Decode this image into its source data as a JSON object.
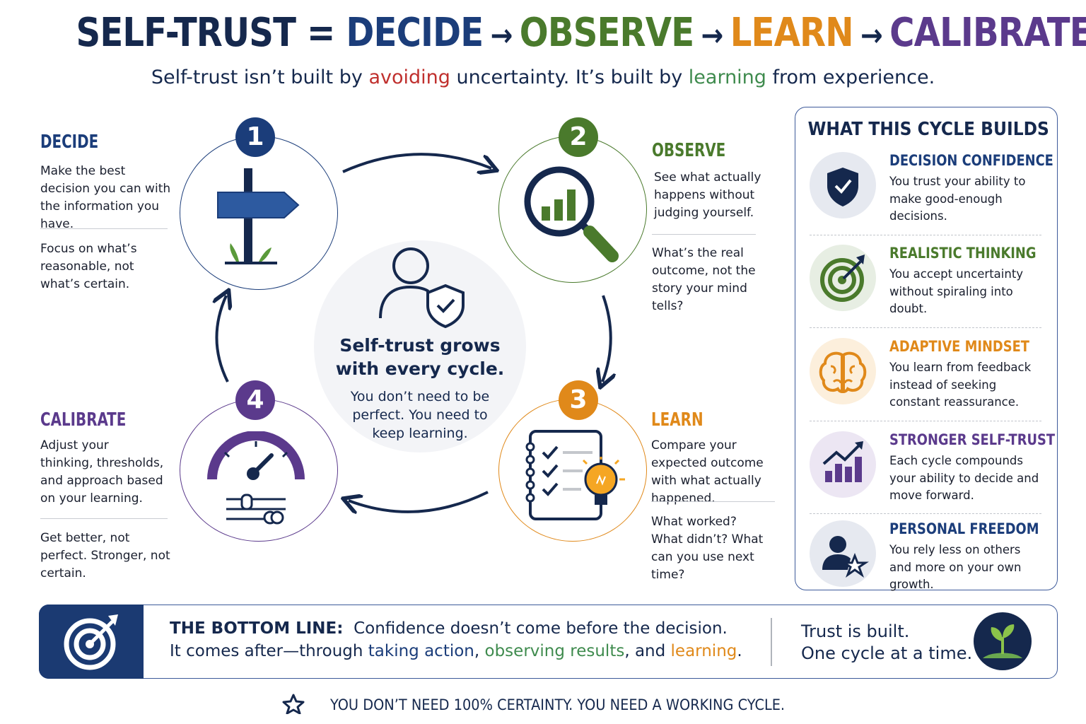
{
  "header": {
    "title_part1": "SELF-TRUST = ",
    "title_decide": "DECIDE",
    "title_observe": "OBSERVE",
    "title_learn": "LEARN",
    "title_calibrate": "CALIBRATE",
    "arrow": "→",
    "trademark": "™",
    "subtitle_pre": "Self-trust isn’t built by ",
    "subtitle_avoiding": "avoiding",
    "subtitle_mid": " uncertainty. It’s built by ",
    "subtitle_learning": "learning",
    "subtitle_post": " from experience."
  },
  "colors": {
    "decide": "#1b3d7a",
    "observe": "#4a7a2c",
    "learn": "#e0891a",
    "calibrate": "#5b3a8c",
    "navy": "#15284d"
  },
  "steps": [
    {
      "number": "1",
      "title": "DECIDE",
      "text": "Make the best decision you can with the information you have.",
      "note": "Focus on what’s reasonable, not what’s certain.",
      "icon": "signpost-icon"
    },
    {
      "number": "2",
      "title": "OBSERVE",
      "text": "See what actually happens without judging yourself.",
      "note": "What’s the real outcome, not the story your mind tells?",
      "icon": "magnifier-chart-icon"
    },
    {
      "number": "3",
      "title": "LEARN",
      "text": "Compare your expected outcome with what actually happened.",
      "note": "What worked? What didn’t? What can you use next time?",
      "icon": "checklist-lightbulb-icon"
    },
    {
      "number": "4",
      "title": "CALIBRATE",
      "text": "Adjust your thinking, thresholds, and approach based on your learning.",
      "note": "Get better, not perfect. Stronger, not certain.",
      "icon": "gauge-sliders-icon"
    }
  ],
  "center": {
    "heading_line1": "Self-trust grows",
    "heading_line2": "with every cycle.",
    "body_line1": "You don’t need to be",
    "body_line2": "perfect. You need to",
    "body_line3": "keep learning."
  },
  "panel": {
    "title": "WHAT THIS CYCLE BUILDS",
    "items": [
      {
        "title": "DECISION CONFIDENCE",
        "text": "You trust your ability to make good-enough decisions.",
        "icon": "shield-check-icon",
        "color": "#1b3d7a"
      },
      {
        "title": "REALISTIC THINKING",
        "text": "You accept uncertainty without spiraling into doubt.",
        "icon": "target-icon",
        "color": "#4a7a2c"
      },
      {
        "title": "ADAPTIVE MINDSET",
        "text": "You learn from feedback instead of seeking constant reassurance.",
        "icon": "brain-icon",
        "color": "#e0891a"
      },
      {
        "title": "STRONGER SELF-TRUST",
        "text": "Each cycle compounds your ability to decide and move forward.",
        "icon": "growth-chart-icon",
        "color": "#5b3a8c"
      },
      {
        "title": "PERSONAL FREEDOM",
        "text": "You rely less on others and more on your own growth.",
        "icon": "person-star-icon",
        "color": "#1b3d7a"
      }
    ]
  },
  "bottom_line": {
    "label": "THE BOTTOM LINE:",
    "line1": "Confidence doesn’t come before the decision.",
    "line2_pre": "It comes after—through ",
    "line2_action": "taking action",
    "line2_sep1": ", ",
    "line2_observe": "observing results",
    "line2_sep2": ", and ",
    "line2_learn": "learning",
    "line2_end": ".",
    "right_line1": "Trust is built.",
    "right_line2": "One cycle at a time."
  },
  "footer": {
    "text": "YOU DON’T NEED 100% CERTAINTY. YOU NEED A WORKING CYCLE."
  }
}
